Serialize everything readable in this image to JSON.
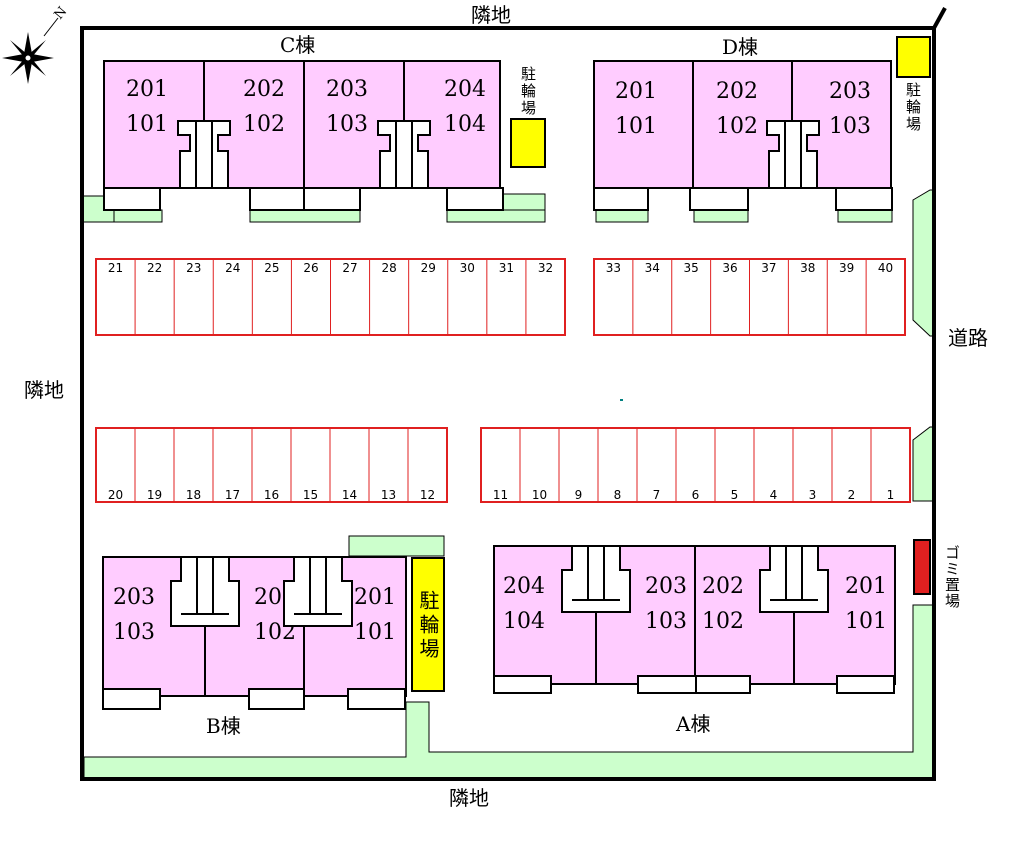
{
  "labels": {
    "neighbor": "隣地",
    "road": "道路",
    "north_mark": "N",
    "building_a": "A棟",
    "building_b": "B棟",
    "building_c": "C棟",
    "building_d": "D棟",
    "bicycle_parking": "駐輪場",
    "garbage": "ゴミ置場"
  },
  "colors": {
    "unit_fill": "#ffccff",
    "green_strip": "#ccffcc",
    "bike_yellow": "#ffff00",
    "garbage_red": "#e02020",
    "parking_red": "#e02020",
    "outline": "#000000"
  },
  "buildings": {
    "c": {
      "units": [
        {
          "upper": "201",
          "lower": "101"
        },
        {
          "upper": "202",
          "lower": "102"
        },
        {
          "upper": "203",
          "lower": "103"
        },
        {
          "upper": "204",
          "lower": "104"
        }
      ]
    },
    "d": {
      "units": [
        {
          "upper": "201",
          "lower": "101"
        },
        {
          "upper": "202",
          "lower": "102"
        },
        {
          "upper": "203",
          "lower": "103"
        }
      ]
    },
    "b": {
      "units": [
        {
          "upper": "203",
          "lower": "103"
        },
        {
          "upper": "202",
          "lower": "102"
        },
        {
          "upper": "201",
          "lower": "101"
        }
      ]
    },
    "a": {
      "units": [
        {
          "upper": "204",
          "lower": "104"
        },
        {
          "upper": "203",
          "lower": "103"
        },
        {
          "upper": "202",
          "lower": "102"
        },
        {
          "upper": "201",
          "lower": "101"
        }
      ]
    }
  },
  "parking": {
    "top_left": [
      "21",
      "22",
      "23",
      "24",
      "25",
      "26",
      "27",
      "28",
      "29",
      "30",
      "31",
      "32"
    ],
    "top_right": [
      "33",
      "34",
      "35",
      "36",
      "37",
      "38",
      "39",
      "40"
    ],
    "bottom_left": [
      "20",
      "19",
      "18",
      "17",
      "16",
      "15",
      "14",
      "13",
      "12"
    ],
    "bottom_right": [
      "11",
      "10",
      "9",
      "8",
      "7",
      "6",
      "5",
      "4",
      "3",
      "2",
      "1"
    ]
  }
}
